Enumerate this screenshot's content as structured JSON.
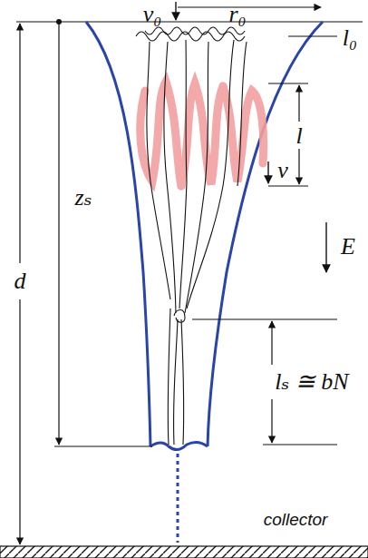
{
  "diagram": {
    "labels": [
      "v₀",
      "r₀",
      "l₀",
      "v",
      "l",
      "E",
      "d",
      "zₛ",
      "lₛ ≅ bN",
      "collector"
    ]
  }
}
